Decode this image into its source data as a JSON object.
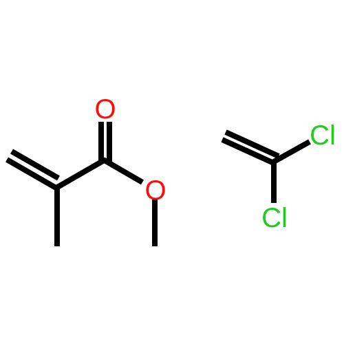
{
  "molecules": [
    {
      "atoms": {
        "oxygen_carbonyl": {
          "symbol": "O",
          "color": "#ff0d0d"
        },
        "oxygen_ester": {
          "symbol": "O",
          "color": "#ff0d0d"
        }
      }
    },
    {
      "atoms": {
        "chlorine_1": {
          "symbol": "Cl",
          "color": "#1fcc1f"
        },
        "chlorine_2": {
          "symbol": "Cl",
          "color": "#1fcc1f"
        }
      }
    }
  ],
  "colors": {
    "bond": "#000000",
    "background": "#ffffff"
  }
}
